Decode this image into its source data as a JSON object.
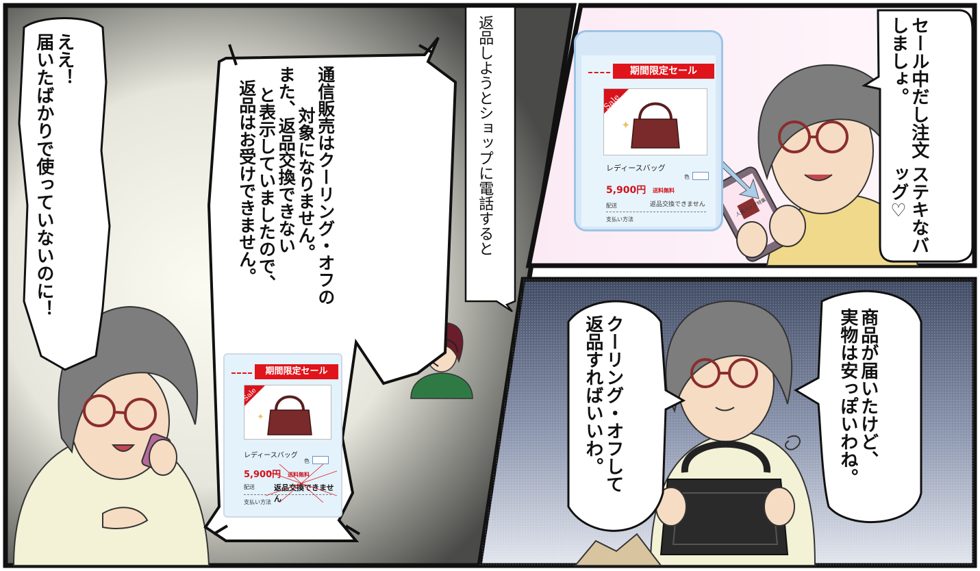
{
  "narration": "返品しようとショップに電話すると",
  "panel_top_right": {
    "speech": [
      "ステキなバッグ♡",
      "セール中だし注文しましょ。"
    ],
    "phone_card": {
      "banner": "期間限定セール",
      "sale_tag": "Sale",
      "product_name": "レディースバッグ",
      "color_label": "色",
      "price": "5,900円",
      "shipping": "送料無料",
      "delivery_label": "配送",
      "return_policy": "返品交換できません",
      "payment_label": "支払い方法"
    },
    "phone_screen_text": "人気バッグ特集"
  },
  "panel_bottom_right": {
    "speech_1": [
      "商品が届いたけど、",
      "実物は安っぽいわね。"
    ],
    "speech_2": [
      "クーリング・オフして",
      "返品すればいいわ。"
    ]
  },
  "panel_left": {
    "woman_speech": [
      "ええ！",
      "届いたばかりで使っていないのに！"
    ],
    "operator_speech": [
      "通信販売はクーリング・オフの",
      "対象になりません。",
      "また、返品交換できない",
      "と表示していましたので、",
      "返品はお受けできません。"
    ],
    "card": {
      "banner": "期間限定セール",
      "sale_tag": "Sale",
      "product_name": "レディースバッグ",
      "color_label": "色",
      "price": "5,900円",
      "shipping": "送料無料",
      "delivery_label": "配送",
      "return_policy": "返品交換できません",
      "payment_label": "支払い方法"
    }
  },
  "colors": {
    "banner_red": "#e0141b",
    "price_red": "#d0121b",
    "card_bg": "#e3f2fb",
    "bag_brown": "#7a2a2a",
    "bag_black": "#2a2a2a",
    "hair_gray": "#7d7d7d",
    "sweater_yellow": "#f0d98a",
    "sweater_cream": "#f3f1d6"
  }
}
